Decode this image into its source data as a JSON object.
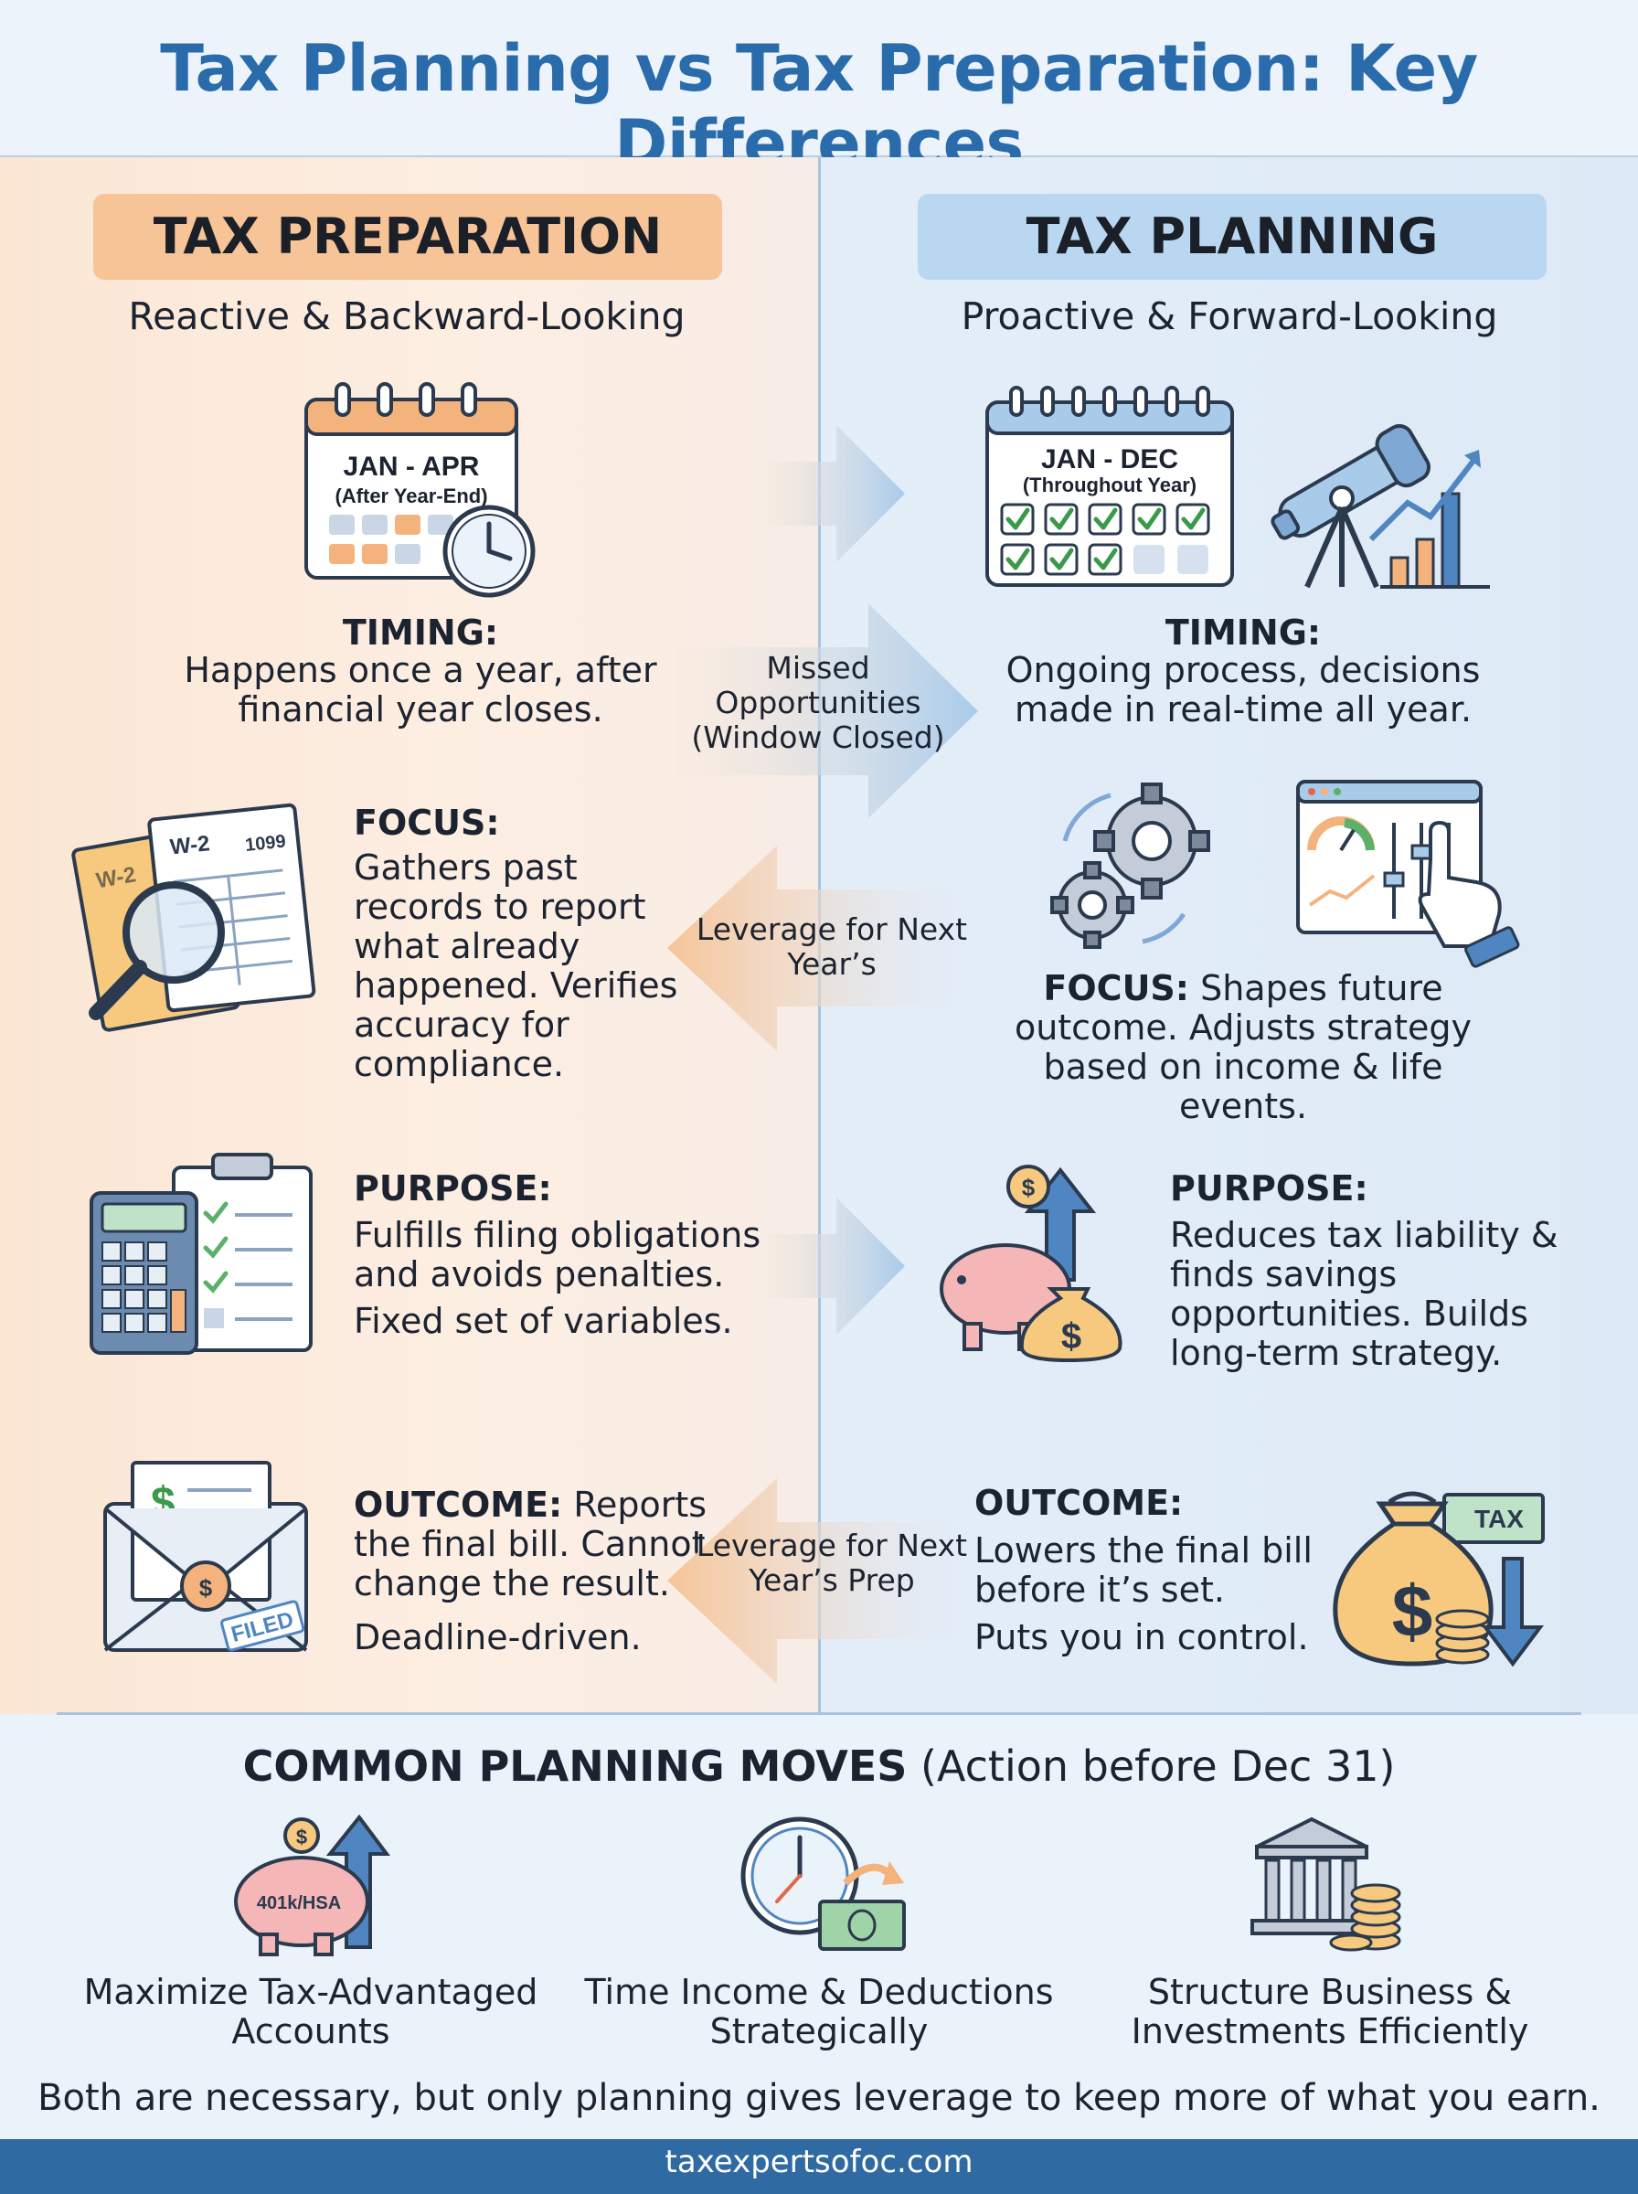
{
  "title": "Tax Planning vs Tax Preparation: Key Differences",
  "colors": {
    "title_blue": "#2a6cab",
    "prep_accent": "#f6c497",
    "plan_accent": "#b9d7f1",
    "footer_bar": "#2f6aa3"
  },
  "preparation": {
    "heading": "TAX PREPARATION",
    "subheading": "Reactive & Backward-Looking",
    "calendar": {
      "range": "JAN - APR",
      "note": "(After Year-End)"
    },
    "timing": {
      "label": "TIMING:",
      "text": "Happens once a year, after financial year closes."
    },
    "forms": {
      "w2": "W-2",
      "f1099": "1099"
    },
    "focus": {
      "label": "FOCUS:",
      "text": "Gathers past records to report what already happened. Verifies accuracy for compliance."
    },
    "purpose": {
      "label": "PURPOSE:",
      "text": "Fulfills filing obligations and avoids penalties.",
      "text2": "Fixed set of variables."
    },
    "outcome": {
      "label": "OUTCOME:",
      "text": "Reports the final bill. Cannot change the result.",
      "text2": "Deadline-driven.",
      "stamp": "FILED"
    }
  },
  "planning": {
    "heading": "TAX PLANNING",
    "subheading": "Proactive & Forward-Looking",
    "calendar": {
      "range": "JAN - DEC",
      "note": "(Throughout Year)"
    },
    "timing": {
      "label": "TIMING:",
      "text": "Ongoing process, decisions made in real-time all year."
    },
    "focus": {
      "label": "FOCUS:",
      "text": "Shapes future outcome. Adjusts strategy based on income & life events."
    },
    "purpose": {
      "label": "PURPOSE:",
      "text": "Reduces tax liability & finds savings opportunities. Builds long-term strategy."
    },
    "outcome": {
      "label": "OUTCOME:",
      "text": "Lowers the final bill before it’s set.",
      "text2": "Puts you in control.",
      "tag": "TAX"
    }
  },
  "arrows": {
    "missed": "Missed Opportunities (Window Closed)",
    "leverage1": "Leverage for Next Year’s",
    "leverage2": "Leverage for Next Year’s Prep"
  },
  "moves": {
    "title_bold": "COMMON PLANNING MOVES",
    "title_rest": " (Action before Dec 31)",
    "items": [
      {
        "label": "Maximize Tax-Advantaged Accounts",
        "icon": "piggy-bank-icon",
        "badge": "401k/HSA"
      },
      {
        "label": "Time Income & Deductions Strategically",
        "icon": "clock-money-icon"
      },
      {
        "label": "Structure Business & Investments Efficiently",
        "icon": "bank-coins-icon"
      }
    ]
  },
  "closing": "Both are necessary, but only planning gives leverage to keep more of what you earn.",
  "footer": "taxexpertsofoc.com"
}
